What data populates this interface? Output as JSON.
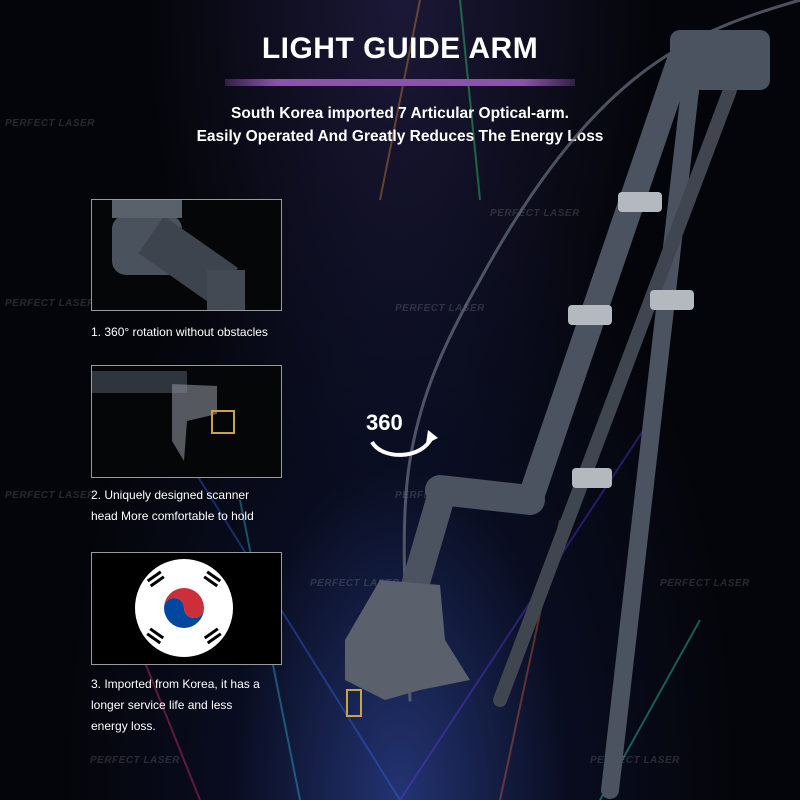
{
  "header": {
    "title": "LIGHT GUIDE ARM",
    "subtitle_line1": "South Korea imported 7 Articular Optical-arm.",
    "subtitle_line2": "Easily Operated And Greatly Reduces The Energy Loss"
  },
  "features": [
    {
      "caption": "1. 360° rotation without obstacles",
      "image": "arm-joint"
    },
    {
      "caption_line1": "2. Uniquely designed scanner",
      "caption_line2": "head More comfortable to hold",
      "image": "scanner-head"
    },
    {
      "caption_line1": "3. Imported from Korea, it has a",
      "caption_line2": "longer service life and less",
      "caption_line3": "energy loss.",
      "image": "korea-flag"
    }
  ],
  "rotation_badge": "360",
  "watermark": "PERFECT LASER",
  "colors": {
    "accent_bar": "#8a55a8",
    "arm": "#4b5360",
    "background": "#04050a"
  }
}
